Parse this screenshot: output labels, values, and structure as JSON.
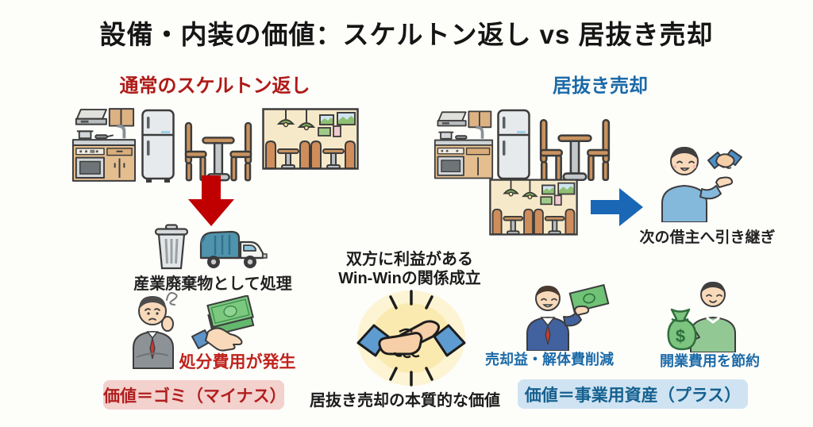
{
  "title": "設備・内装の価値：スケルトン返し vs 居抜き売却",
  "left": {
    "heading": "通常のスケルトン返し",
    "waste_caption": "産業廃棄物として処理",
    "cost_caption": "処分費用が発生",
    "badge": "価値＝ゴミ（マイナス）"
  },
  "center": {
    "benefit_line1": "双方に利益がある",
    "benefit_line2": "Win-Winの関係成立",
    "value_caption": "居抜き売却の本質的な価値"
  },
  "right": {
    "heading": "居抜き売却",
    "handover_caption": "次の借主へ引き継ぎ",
    "seller_caption": "売却益・解体費削減",
    "buyer_caption": "開業費用を節約",
    "badge": "価値＝事業用資産（プラス）"
  },
  "icons": {
    "money_symbol": "$"
  },
  "colors": {
    "negative_accent": "#ae1a17",
    "positive_accent": "#1b6aa8",
    "red_arrow": "#c00000",
    "blue_arrow": "#1a67b5",
    "negative_badge_bg": "#f3d1cd",
    "negative_badge_text": "#b01f1f",
    "positive_badge_bg": "#cfe3f2",
    "positive_badge_text": "#15608f",
    "handshake_glow": "#fbeab0"
  }
}
